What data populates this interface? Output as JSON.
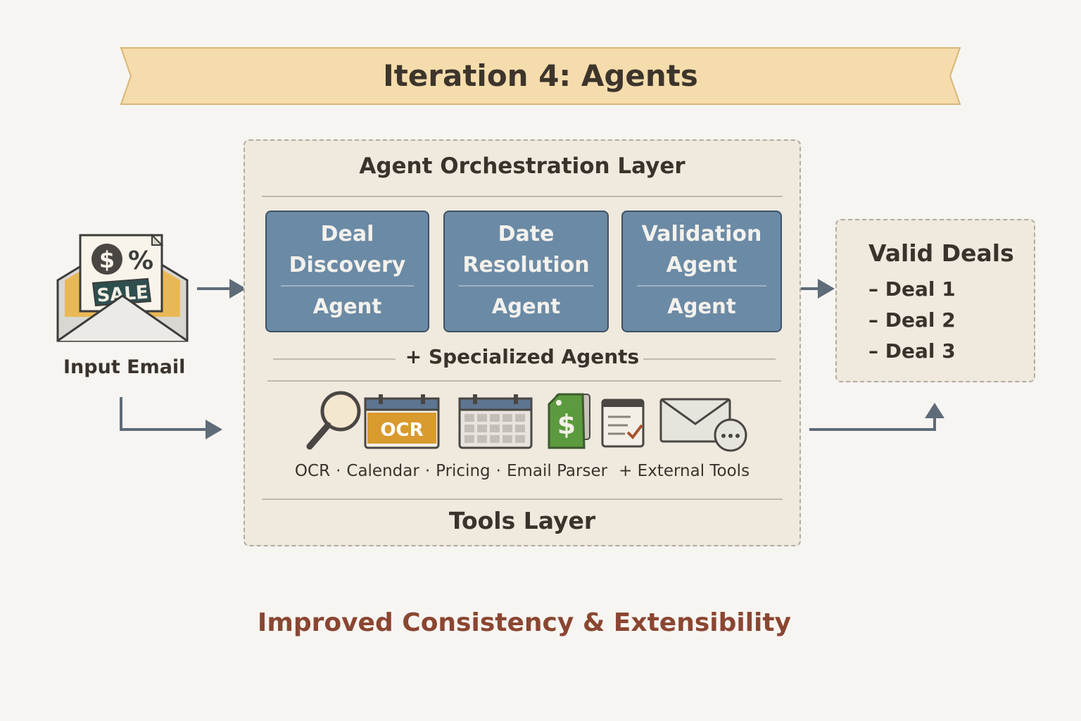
{
  "banner": {
    "title": "Iteration 4: Agents"
  },
  "input": {
    "label": "Input Email",
    "icon_text": "SALE"
  },
  "orchestration": {
    "title": "Agent Orchestration Layer",
    "agents": [
      {
        "name_line1": "Deal",
        "name_line2": "Discovery",
        "role": "Agent"
      },
      {
        "name_line1": "Date",
        "name_line2": "Resolution",
        "role": "Agent"
      },
      {
        "name_line1": "Validation",
        "name_line2": "Agent",
        "role": "Agent"
      }
    ],
    "specialized_label": "+ Specialized Agents"
  },
  "tools": {
    "ocr_badge": "OCR",
    "items": [
      "OCR",
      "Calendar",
      "Pricing",
      "Email Parser"
    ],
    "separator": "·",
    "external": "+ External Tools",
    "title": "Tools Layer"
  },
  "output": {
    "title": "Valid Deals",
    "items": [
      "– Deal 1",
      "– Deal 2",
      "– Deal 3"
    ]
  },
  "footer": "Improved Consistency & Extensibility",
  "colors": {
    "banner_fill": "#f5dcac",
    "agent_fill": "#6b8aa5",
    "ocr_badge": "#d99a2e",
    "pricing_tag": "#5b9a3e",
    "footer_text": "#8a4632",
    "arrow": "#5e6b78"
  }
}
